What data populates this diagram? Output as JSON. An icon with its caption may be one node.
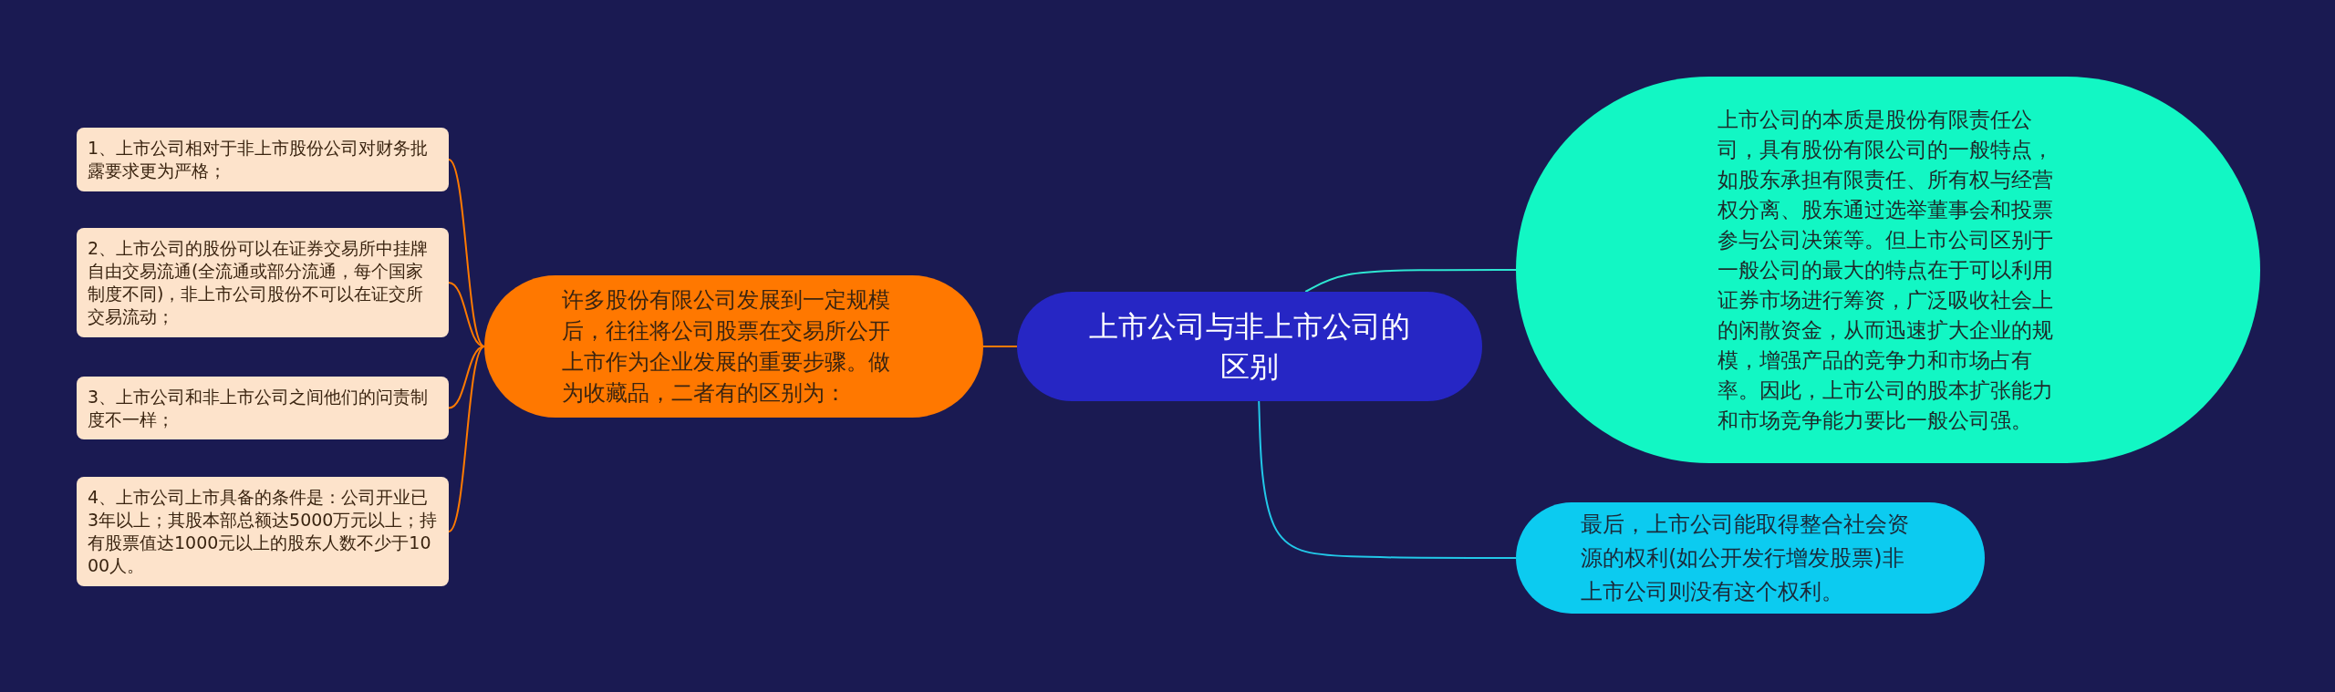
{
  "diagram": {
    "nodes": [
      {
        "text": [
          "上市公司与非上市公司的区别"
        ]
      },
      {
        "text": [
          "许多股份有限公司发展到一定规模后，往往将公司股票在交易所公开上市作为企业发展的重要步骤。做为收藏品，二者有的区别为："
        ]
      },
      {
        "text": [
          "1、上市公司相对于非上市股份公司对财务批露要求更为严格；"
        ]
      },
      {
        "text": [
          "2、上市公司的股份可以在证券交易所中挂牌自由交易流通(全流通或部分流通，每个国家制度不同)，非上市公司股份不可以在证交所交易流动；"
        ]
      },
      {
        "text": [
          "3、上市公司和非上市公司之间他们的问责制度不一样；"
        ]
      },
      {
        "text": [
          "4、上市公司上市具备的条件是：公司开业已3年以上；其股本部总额达5000万元以上；持有股票值达1000元以上的股东人数不少于1000人。"
        ]
      },
      {
        "text": [
          "上市公司的本质是股份有限责任公司，具有股份有限公司的一般特点，如股东承担有限责任、所有权与经营权分离、股东通过选举董事会和投票参与公司决策等。但上市公司区别于一般公司的最大的特点在于可以利用证券市场进行筹资，广泛吸收社会上的闲散资金，从而迅速扩大企业的规模，增强产品的竞争力和市场占有率。因此，上市公司的股本扩张能力和市场竞争能力要比一般公司强。"
        ]
      },
      {
        "text": [
          "最后，上市公司能取得整合社会资源的权利(如公开发行增发股票)非上市公司则没有这个权利。"
        ]
      }
    ],
    "edges": [
      {
        "from": 0,
        "to": 1,
        "arrow": "none"
      },
      {
        "from": 1,
        "to": 2,
        "arrow": "none"
      },
      {
        "from": 1,
        "to": 3,
        "arrow": "none"
      },
      {
        "from": 1,
        "to": 4,
        "arrow": "none"
      },
      {
        "from": 1,
        "to": 5,
        "arrow": "none"
      },
      {
        "from": 0,
        "to": 6,
        "arrow": "none",
        "color": "#2ee6d2"
      },
      {
        "from": 0,
        "to": 7,
        "arrow": "none",
        "color": "#22c8e8"
      }
    ]
  }
}
